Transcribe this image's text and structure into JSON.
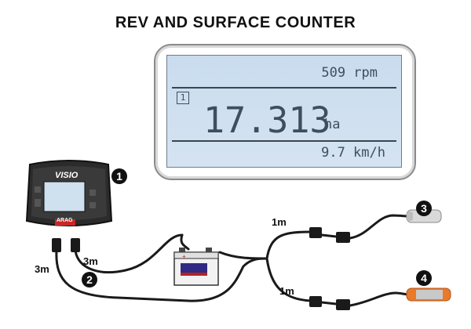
{
  "title": "REV AND SURFACE COUNTER",
  "display": {
    "rpm": "509 rpm",
    "page_indicator": "1",
    "area_value": "17.313",
    "area_unit": "ha",
    "speed": "9.7 km/h"
  },
  "device": {
    "brand": "VISIO",
    "maker": "ARAG"
  },
  "callouts": [
    "1",
    "2",
    "3",
    "4"
  ],
  "cable_labels": {
    "left_cable": "3m",
    "right_cable": "3m",
    "upper_branch": "1m",
    "lower_branch": "1m"
  },
  "colors": {
    "lcd_background": "#cfdfee",
    "lcd_text": "#3d4e61",
    "sensor_3": "#d9d9d9",
    "sensor_4": "#e87a2a"
  }
}
